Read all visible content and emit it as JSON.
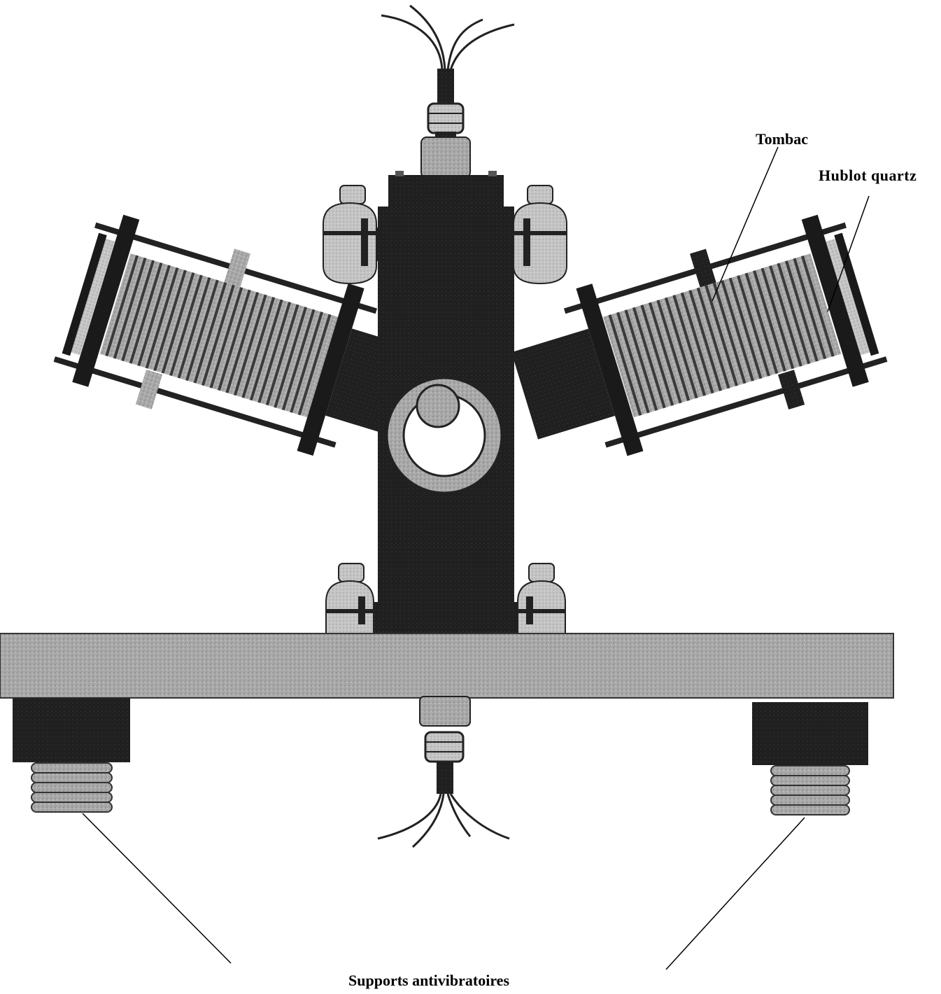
{
  "labels": {
    "tombac": "Tombac",
    "hublot": "Hublot  quartz",
    "supports": "Supports antivibratoires"
  },
  "colors": {
    "background": "#ffffff",
    "dark_metal": "#222222",
    "mid_metal": "#6e6e6e",
    "light_metal": "#b8b8b8",
    "plate": "#b0b0b0",
    "ink": "#000000"
  }
}
